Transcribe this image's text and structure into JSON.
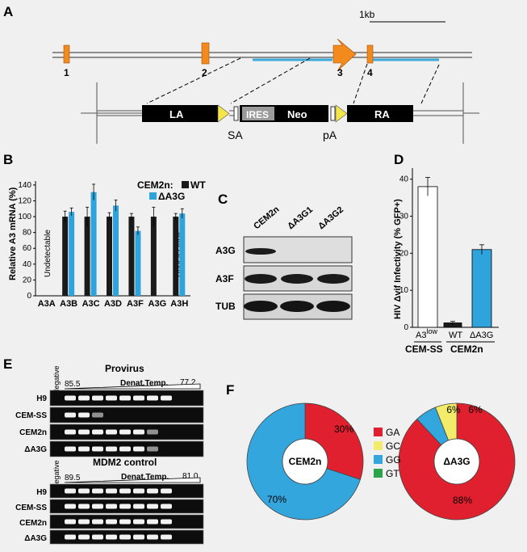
{
  "panel_labels": {
    "a": "A",
    "b": "B",
    "c": "C",
    "d": "D",
    "e": "E",
    "f": "F"
  },
  "panel_a": {
    "scale_label": "1kb",
    "exon_labels": [
      "1",
      "2",
      "3",
      "4"
    ],
    "construct": {
      "la": "LA",
      "ires": "IRES",
      "neo": "Neo",
      "ra": "RA",
      "sa": "SA",
      "pa": "pA"
    },
    "colors": {
      "exon": "#f28a1e",
      "arm": "#3aa8d8",
      "box": "#000000",
      "loxp": "#f3e54a"
    }
  },
  "panel_b": {
    "legend_title": "CEM2n:",
    "ylabel": "Relative A3 mRNA (%)",
    "undetectable": "Undetectable",
    "chart_data": {
      "type": "bar",
      "categories": [
        "A3A",
        "A3B",
        "A3C",
        "A3D",
        "A3F",
        "A3G",
        "A3H"
      ],
      "series": [
        {
          "name": "WT",
          "color": "#1a1a1a",
          "values": [
            null,
            100,
            100,
            100,
            100,
            100,
            100
          ],
          "errors": [
            null,
            7,
            12,
            5,
            4,
            12,
            4
          ]
        },
        {
          "name": "ΔA3G",
          "color": "#2fa4dc",
          "values": [
            null,
            106,
            131,
            114,
            82,
            null,
            104
          ],
          "errors": [
            null,
            5,
            10,
            7,
            5,
            null,
            6
          ]
        }
      ],
      "yticks": [
        0,
        20,
        40,
        60,
        80,
        100,
        120,
        140
      ],
      "ylim": [
        0,
        145
      ]
    }
  },
  "panel_c": {
    "lanes": [
      "CEM2n",
      "ΔA3G1",
      "ΔA3G2"
    ],
    "rows": [
      "A3G",
      "A3F",
      "TUB"
    ]
  },
  "panel_d": {
    "ylabel": "HIV Δvif Infectivity (% GFP+)",
    "chart_data": {
      "type": "bar",
      "categories": [
        "A3low",
        "WT",
        "ΔA3G"
      ],
      "values": [
        38,
        1.2,
        21
      ],
      "errors": [
        2.5,
        0.4,
        1.3
      ],
      "colors": [
        "#ffffff",
        "#1a1a1a",
        "#2fa4dc"
      ],
      "yticks": [
        0,
        10,
        20,
        30,
        40
      ],
      "ylim": [
        0,
        43
      ]
    },
    "cat_a3_prefix": "A3",
    "cat_a3_sup": "low",
    "cat_wt": "WT",
    "cat_da3g": "ΔA3G",
    "group1": "CEM-SS",
    "group2": "CEM2n"
  },
  "panel_e": {
    "negative": "Negative",
    "provirus": {
      "title": "Provirus",
      "temp_label": "Denat.Temp.",
      "t_high": "85.5",
      "t_low": "77.2",
      "rows": [
        {
          "name": "H9",
          "bands": 8
        },
        {
          "name": "CEM-SS",
          "bands": 3
        },
        {
          "name": "CEM2n",
          "bands": 7
        },
        {
          "name": "ΔA3G",
          "bands": 7
        }
      ]
    },
    "mdm2": {
      "title": "MDM2 control",
      "temp_label": "Denat.Temp.",
      "t_high": "89.5",
      "t_low": "81.0",
      "rows": [
        {
          "name": "H9",
          "bands": 8
        },
        {
          "name": "CEM-SS",
          "bands": 8
        },
        {
          "name": "CEM2n",
          "bands": 8
        },
        {
          "name": "ΔA3G",
          "bands": 8
        }
      ]
    }
  },
  "panel_f": {
    "legend": [
      {
        "name": "GA",
        "color": "#e0202e"
      },
      {
        "name": "GC",
        "color": "#f3ec6a"
      },
      {
        "name": "GG",
        "color": "#33a7dd"
      },
      {
        "name": "GT",
        "color": "#2aa34a"
      }
    ],
    "chart_data": [
      {
        "type": "pie",
        "center_label": "CEM2n",
        "slices": [
          {
            "name": "GA",
            "value": 30
          },
          {
            "name": "GG",
            "value": 70
          }
        ],
        "labels": [
          "30%",
          "70%"
        ]
      },
      {
        "type": "pie",
        "center_label": "ΔA3G",
        "slices": [
          {
            "name": "GA",
            "value": 88
          },
          {
            "name": "GG",
            "value": 6
          },
          {
            "name": "GC",
            "value": 6
          }
        ],
        "labels": [
          "88%",
          "6%",
          "6%"
        ]
      }
    ]
  }
}
